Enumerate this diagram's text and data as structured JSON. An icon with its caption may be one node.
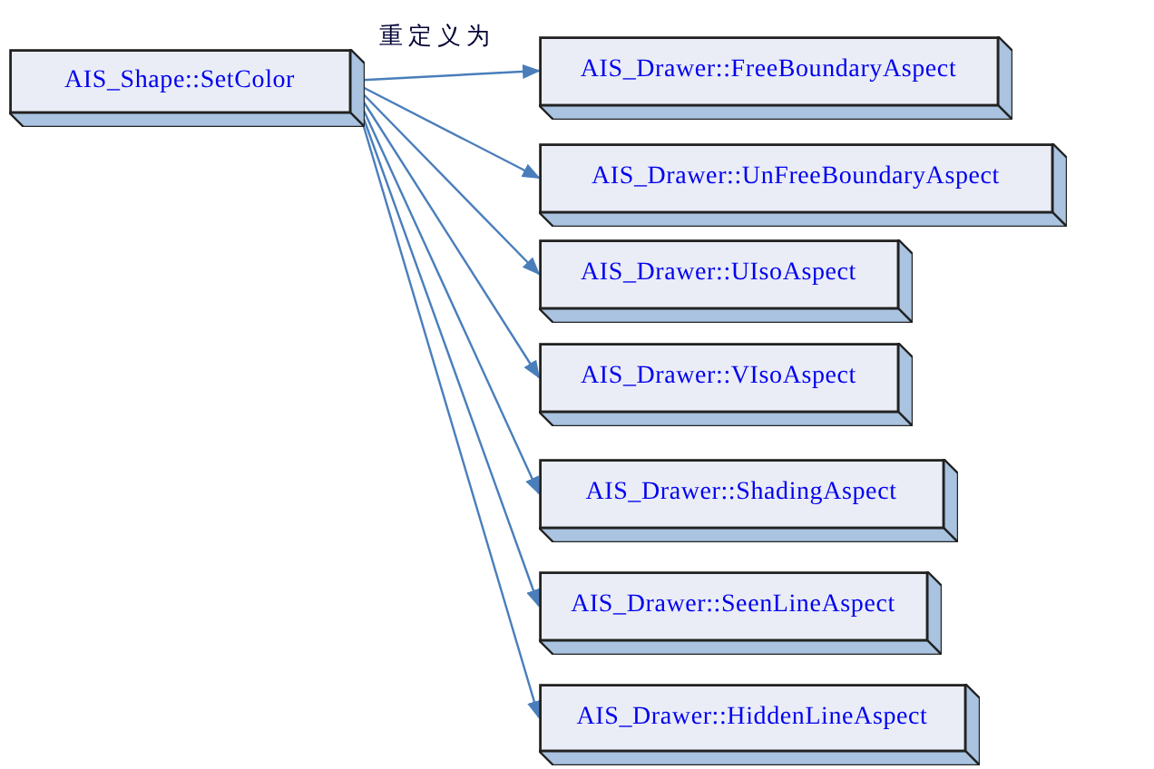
{
  "diagram": {
    "nodes": [
      {
        "text": [
          "AIS_Shape::SetColor"
        ]
      },
      {
        "text": [
          "AIS_Drawer::FreeBoundaryAspect"
        ]
      },
      {
        "text": [
          "AIS_Drawer::UnFreeBoundaryAspect"
        ]
      },
      {
        "text": [
          "AIS_Drawer::UIsoAspect"
        ]
      },
      {
        "text": [
          "AIS_Drawer::VIsoAspect"
        ]
      },
      {
        "text": [
          "AIS_Drawer::ShadingAspect"
        ]
      },
      {
        "text": [
          "AIS_Drawer::SeenLineAspect"
        ]
      },
      {
        "text": [
          "AIS_Drawer::HiddenLineAspect"
        ]
      }
    ],
    "edges": [
      {
        "from": 0,
        "to": 1,
        "arrow": "to",
        "label": "重定义为"
      },
      {
        "from": 0,
        "to": 2,
        "arrow": "to"
      },
      {
        "from": 0,
        "to": 3,
        "arrow": "to"
      },
      {
        "from": 0,
        "to": 4,
        "arrow": "to"
      },
      {
        "from": 0,
        "to": 5,
        "arrow": "to"
      },
      {
        "from": 0,
        "to": 6,
        "arrow": "to"
      },
      {
        "from": 0,
        "to": 7,
        "arrow": "to"
      }
    ]
  }
}
